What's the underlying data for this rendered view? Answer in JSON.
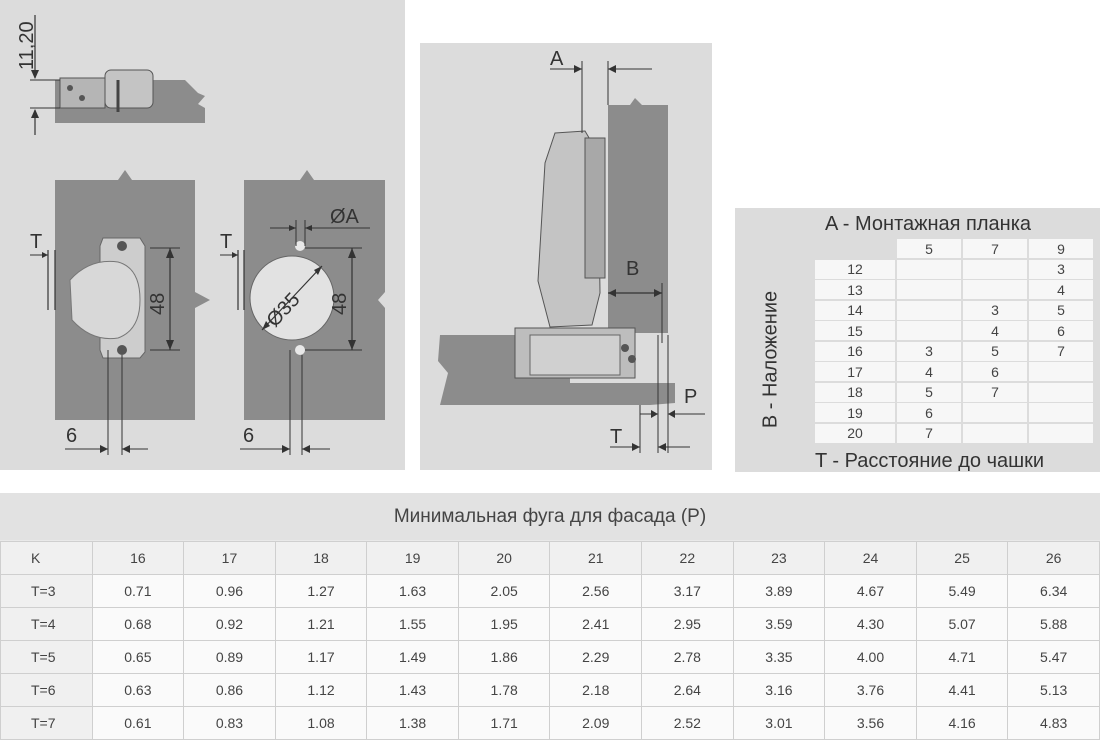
{
  "diagram": {
    "cup_offset_label": "11,20",
    "t_label": "T",
    "dist_48": "48",
    "dist_6": "6",
    "diameter_35": "Ø35",
    "diameter_a": "ØA",
    "a_label": "A",
    "b_label": "B",
    "p_label": "P"
  },
  "mount_table": {
    "title": "A - Монтажная планка",
    "row_axis_label": "B - Наложение",
    "footer": "T - Расстояние до чашки",
    "columns": [
      "5",
      "7",
      "9"
    ],
    "rows": [
      {
        "b": "12",
        "v": [
          "",
          "",
          "3"
        ]
      },
      {
        "b": "13",
        "v": [
          "",
          "",
          "4"
        ]
      },
      {
        "b": "14",
        "v": [
          "",
          "3",
          "5"
        ]
      },
      {
        "b": "15",
        "v": [
          "",
          "4",
          "6"
        ]
      },
      {
        "b": "16",
        "v": [
          "3",
          "5",
          "7"
        ]
      },
      {
        "b": "17",
        "v": [
          "4",
          "6",
          ""
        ]
      },
      {
        "b": "18",
        "v": [
          "5",
          "7",
          ""
        ]
      },
      {
        "b": "19",
        "v": [
          "6",
          "",
          ""
        ]
      },
      {
        "b": "20",
        "v": [
          "7",
          "",
          ""
        ]
      }
    ]
  },
  "gap_table": {
    "title": "Минимальная фуга для фасада (P)",
    "corner": "K",
    "columns": [
      "16",
      "17",
      "18",
      "19",
      "20",
      "21",
      "22",
      "23",
      "24",
      "25",
      "26"
    ],
    "rows": [
      {
        "t": "T=3",
        "v": [
          "0.71",
          "0.96",
          "1.27",
          "1.63",
          "2.05",
          "2.56",
          "3.17",
          "3.89",
          "4.67",
          "5.49",
          "6.34"
        ]
      },
      {
        "t": "T=4",
        "v": [
          "0.68",
          "0.92",
          "1.21",
          "1.55",
          "1.95",
          "2.41",
          "2.95",
          "3.59",
          "4.30",
          "5.07",
          "5.88"
        ]
      },
      {
        "t": "T=5",
        "v": [
          "0.65",
          "0.89",
          "1.17",
          "1.49",
          "1.86",
          "2.29",
          "2.78",
          "3.35",
          "4.00",
          "4.71",
          "5.47"
        ]
      },
      {
        "t": "T=6",
        "v": [
          "0.63",
          "0.86",
          "1.12",
          "1.43",
          "1.78",
          "2.18",
          "2.64",
          "3.16",
          "3.76",
          "4.41",
          "5.13"
        ]
      },
      {
        "t": "T=7",
        "v": [
          "0.61",
          "0.83",
          "1.08",
          "1.38",
          "1.71",
          "2.09",
          "2.52",
          "3.01",
          "3.56",
          "4.16",
          "4.83"
        ]
      }
    ]
  }
}
